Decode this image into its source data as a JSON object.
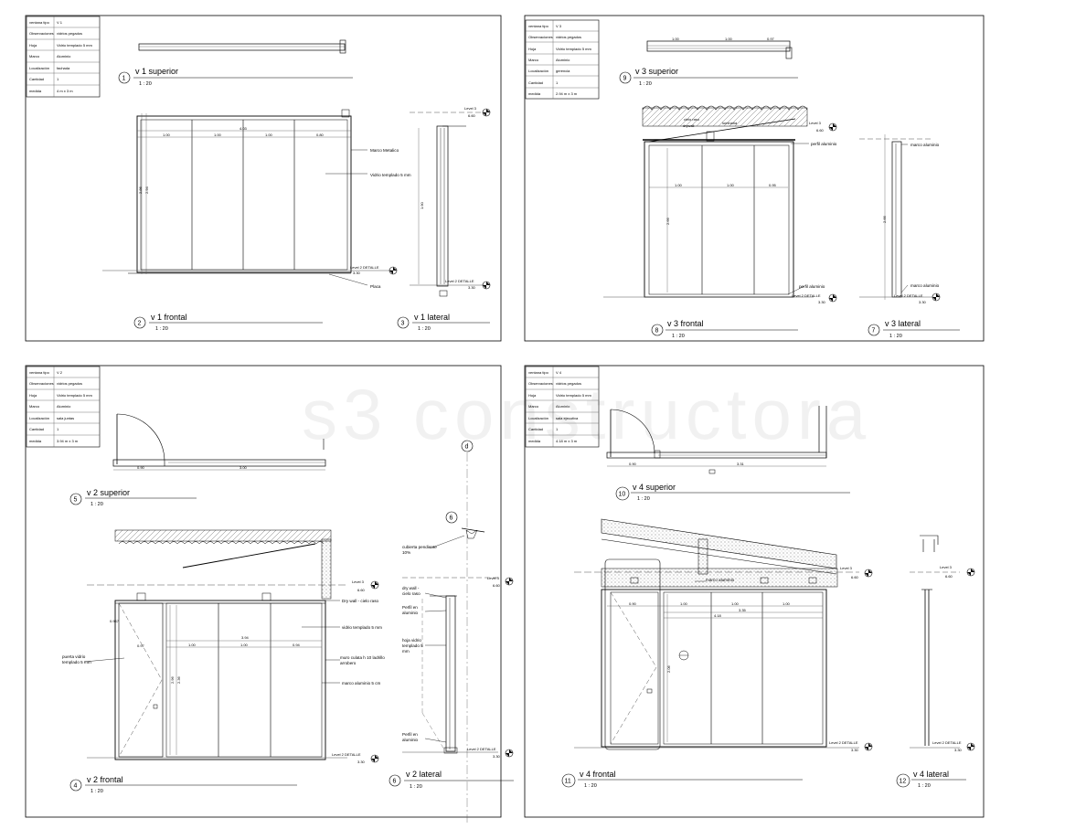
{
  "watermark": "s3 constructora",
  "sheets": [
    {
      "id": "v1",
      "schedule": [
        {
          "k": "ventana tipo",
          "v": "V 1"
        },
        {
          "k": "Observaciones",
          "v": "vidrios pegados"
        },
        {
          "k": "Hoja",
          "v": "Vidrio templado 5 mm"
        },
        {
          "k": "Marco",
          "v": "Aluminio"
        },
        {
          "k": "Localización",
          "v": "fachada"
        },
        {
          "k": "Cantidad",
          "v": "1"
        },
        {
          "k": "medida",
          "v": "4 m x 3 m"
        }
      ],
      "views": [
        {
          "num": "1",
          "title": "v 1 superior",
          "scale": "1 : 20"
        },
        {
          "num": "2",
          "title": "v 1  frontal",
          "scale": "1 : 20"
        },
        {
          "num": "3",
          "title": "v 1 lateral",
          "scale": "1 : 20"
        }
      ],
      "notes": [
        "Marco  Metalico",
        "Vidrio templado 5 mm",
        "Placa"
      ],
      "dims": [
        "1.00",
        "1.00",
        "1.00",
        "0.80",
        "4.03",
        "2.86",
        "2.94",
        "1.90"
      ],
      "levels": [
        {
          "name": "Level 3",
          "elev": "6.60"
        },
        {
          "name": "Level 2 DETALLE",
          "elev": "3.30"
        },
        {
          "name": "Level 2 DETALLE",
          "elev": "3.30"
        }
      ]
    },
    {
      "id": "v3",
      "schedule": [
        {
          "k": "ventana tipo",
          "v": "V 3"
        },
        {
          "k": "Observaciones",
          "v": "vidrios pegados"
        },
        {
          "k": "Hoja",
          "v": "Vidrio templado 5 mm"
        },
        {
          "k": "Marco",
          "v": "Aluminio"
        },
        {
          "k": "Localización",
          "v": "gerencia"
        },
        {
          "k": "Cantidad",
          "v": "1"
        },
        {
          "k": "medida",
          "v": "2.94 m x 3 m"
        }
      ],
      "views": [
        {
          "num": "9",
          "title": "v 3 superior",
          "scale": "1 : 20"
        },
        {
          "num": "8",
          "title": "v 3 frontal",
          "scale": "1 : 20"
        },
        {
          "num": "7",
          "title": "v 3 lateral",
          "scale": "1 : 20"
        }
      ],
      "notes": [
        "cielo raso",
        "drywall",
        "luminaria",
        "perfil aluminio",
        "perfil  aluminio",
        "marco aluminio",
        "marco aluminio"
      ],
      "dims": [
        "1.00",
        "1.00",
        "0.97",
        "1.00",
        "1.00",
        "0.95",
        "2.66"
      ],
      "levels": [
        {
          "name": "Level 3",
          "elev": "6.60"
        },
        {
          "name": "Level 2 DETALLE",
          "elev": "3.30"
        },
        {
          "name": "Level 2 DETALLE",
          "elev": "3.30"
        }
      ]
    },
    {
      "id": "v2",
      "schedule": [
        {
          "k": "ventana tipo",
          "v": "V 2"
        },
        {
          "k": "Observaciones",
          "v": "vidrios pegados"
        },
        {
          "k": "Hoja",
          "v": "Vidrio templado 5 mm"
        },
        {
          "k": "Marco",
          "v": "Aluminio"
        },
        {
          "k": "Localización",
          "v": "sala juntas"
        },
        {
          "k": "Cantidad",
          "v": "1"
        },
        {
          "k": "medida",
          "v": "3.94 m x 3 m"
        }
      ],
      "views": [
        {
          "num": "5",
          "title": "v 2 superior",
          "scale": "1 : 20"
        },
        {
          "num": "4",
          "title": "v 2  frontal",
          "scale": "1 : 20"
        },
        {
          "num": "6",
          "title": "v 2 lateral",
          "scale": "1 : 20"
        }
      ],
      "notes": [
        "Dry wall - cielo raso",
        "vidrio  templado 5 mm",
        "muro culata h 10 ladrillo arrobero",
        "marco aluminio 5 cm",
        "puerta vidrio templado 5 mm",
        "cubierta pendiente 10%",
        "dry wall - cielo raso",
        "Perfil en aluminio",
        "hoja vidrio templado 5 mm",
        "Perfil en aluminio"
      ],
      "dims": [
        "0.90",
        "3.00",
        "3.94",
        "1.00",
        "1.00",
        "0.94",
        "0.97",
        "2.96",
        "2.36",
        "0.947"
      ],
      "grid": "d",
      "section": "6",
      "levels": [
        {
          "name": "Level 3",
          "elev": "6.60"
        },
        {
          "name": "Level 2 DETALLE",
          "elev": "3.30"
        },
        {
          "name": "Level 3",
          "elev": "6.60"
        },
        {
          "name": "Level 2 DETALLE",
          "elev": "3.30"
        }
      ]
    },
    {
      "id": "v4",
      "schedule": [
        {
          "k": "ventana tipo",
          "v": "V 4"
        },
        {
          "k": "Observaciones",
          "v": "vidrios pegados"
        },
        {
          "k": "Hoja",
          "v": "Vidrio templado 5 mm"
        },
        {
          "k": "Marco",
          "v": "Aluminio"
        },
        {
          "k": "Localización",
          "v": "sala ejecutiva"
        },
        {
          "k": "Cantidad",
          "v": "1"
        },
        {
          "k": "medida",
          "v": "4.18 m x 3 m"
        }
      ],
      "views": [
        {
          "num": "10",
          "title": "v 4 superior",
          "scale": "1 : 20"
        },
        {
          "num": "11",
          "title": "v 4 frontal",
          "scale": "1 : 20"
        },
        {
          "num": "12",
          "title": "v 4 lateral",
          "scale": "1 : 20"
        }
      ],
      "notes": [
        "marco aluminio"
      ],
      "dims": [
        "0.90",
        "3.31",
        "0.90",
        "1.00",
        "1.00",
        "1.00",
        "3.35",
        "4.18",
        "2.06"
      ],
      "levels": [
        {
          "name": "Level 3",
          "elev": "6.60"
        },
        {
          "name": "Level 2 DETALLE",
          "elev": "3.30"
        },
        {
          "name": "Level 3",
          "elev": "6.60"
        },
        {
          "name": "Level 2 DETALLE",
          "elev": "3.30"
        }
      ]
    }
  ]
}
